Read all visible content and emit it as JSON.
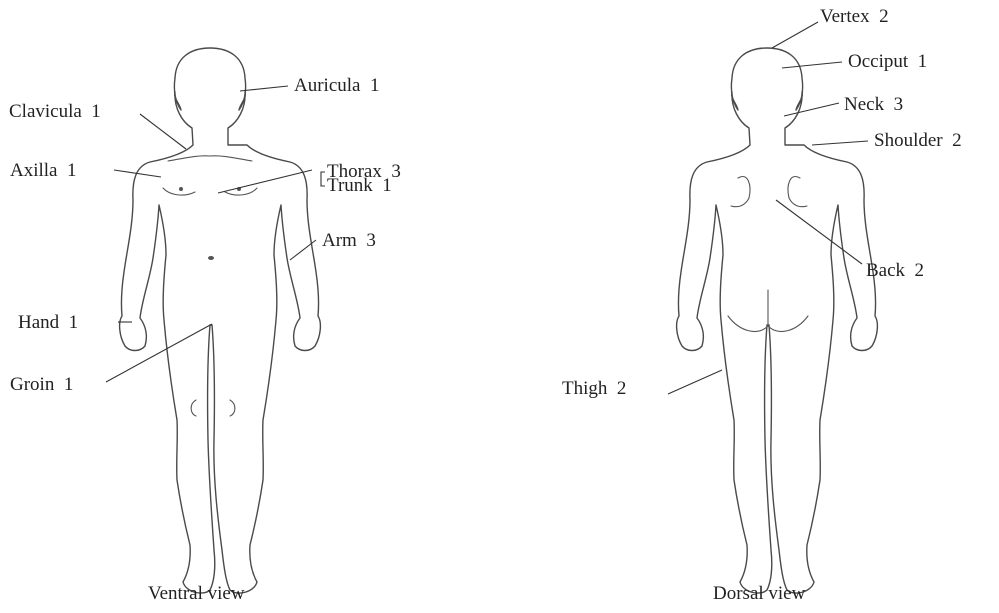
{
  "ventral": {
    "caption": "Ventral view",
    "labels": {
      "auricula": "Auricula  1",
      "clavicula": "Clavicula  1",
      "axilla": "Axilla  1",
      "thorax": "Thorax  3",
      "trunk": "Trunk  1",
      "arm": "Arm  3",
      "hand": "Hand  1",
      "groin": "Groin  1"
    }
  },
  "dorsal": {
    "caption": "Dorsal view",
    "labels": {
      "vertex": "Vertex  2",
      "occiput": "Occiput  1",
      "neck": "Neck  3",
      "shoulder": "Shoulder  2",
      "back": "Back  2",
      "thigh": "Thigh  2"
    }
  },
  "colors": {
    "outline": "#4a4a4a",
    "text": "#222222",
    "background": "#ffffff"
  }
}
